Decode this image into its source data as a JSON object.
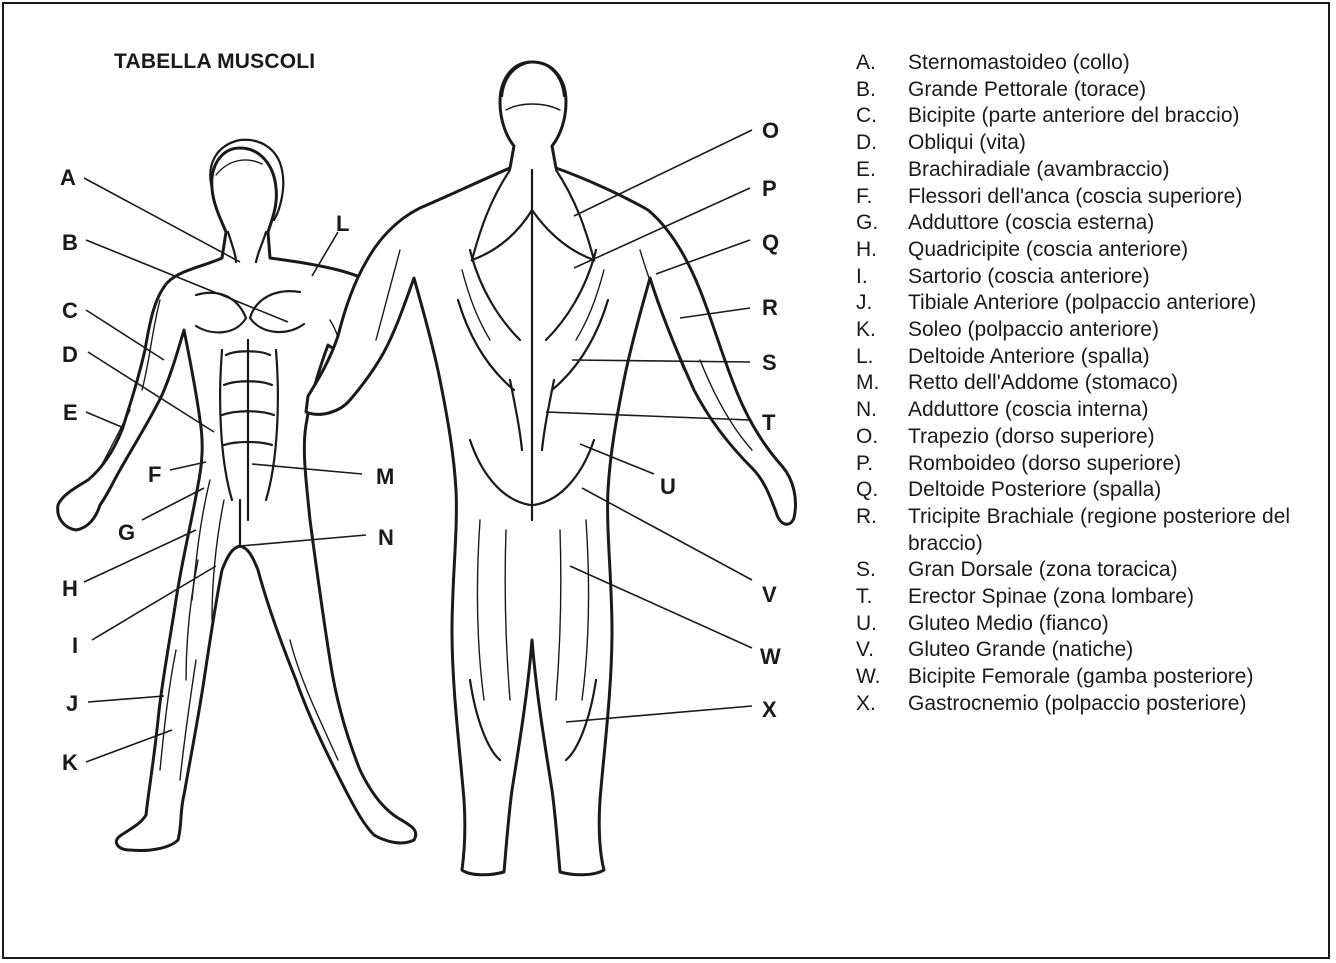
{
  "title": "TABELLA MUSCOLI",
  "callouts": [
    "A",
    "B",
    "C",
    "D",
    "E",
    "F",
    "G",
    "H",
    "I",
    "J",
    "K",
    "L",
    "M",
    "N",
    "O",
    "P",
    "Q",
    "R",
    "S",
    "T",
    "U",
    "V",
    "W",
    "X"
  ],
  "legend": [
    {
      "letter": "A.",
      "text": "Sternomastoideo (collo)"
    },
    {
      "letter": "B.",
      "text": "Grande Pettorale (torace)"
    },
    {
      "letter": "C.",
      "text": "Bicipite (parte anteriore del braccio)"
    },
    {
      "letter": "D.",
      "text": "Obliqui (vita)"
    },
    {
      "letter": "E.",
      "text": "Brachiradiale (avambraccio)"
    },
    {
      "letter": "F.",
      "text": "Flessori dell'anca (coscia superiore)"
    },
    {
      "letter": "G.",
      "text": "Adduttore (coscia esterna)"
    },
    {
      "letter": "H.",
      "text": "Quadricipite (coscia anteriore)"
    },
    {
      "letter": "I.",
      "text": "Sartorio (coscia anteriore)"
    },
    {
      "letter": "J.",
      "text": "Tibiale Anteriore (polpaccio anteriore)"
    },
    {
      "letter": "K.",
      "text": "Soleo (polpaccio anteriore)"
    },
    {
      "letter": "L.",
      "text": "Deltoide Anteriore (spalla)"
    },
    {
      "letter": "M.",
      "text": "Retto dell'Addome (stomaco)"
    },
    {
      "letter": "N.",
      "text": "Adduttore (coscia interna)"
    },
    {
      "letter": "O.",
      "text": "Trapezio (dorso superiore)"
    },
    {
      "letter": "P.",
      "text": "Romboideo (dorso superiore)"
    },
    {
      "letter": "Q.",
      "text": "Deltoide Posteriore (spalla)"
    },
    {
      "letter": "R.",
      "text": "Tricipite Brachiale (regione posteriore del braccio)"
    },
    {
      "letter": "S.",
      "text": "Gran Dorsale (zona toracica)"
    },
    {
      "letter": "T.",
      "text": "Erector Spinae (zona lombare)"
    },
    {
      "letter": "U.",
      "text": "Gluteo Medio (fianco)"
    },
    {
      "letter": "V.",
      "text": "Gluteo Grande (natiche)"
    },
    {
      "letter": "W.",
      "text": "Bicipite Femorale (gamba posteriore)"
    },
    {
      "letter": "X.",
      "text": "Gastrocnemio (polpaccio posteriore)"
    }
  ]
}
